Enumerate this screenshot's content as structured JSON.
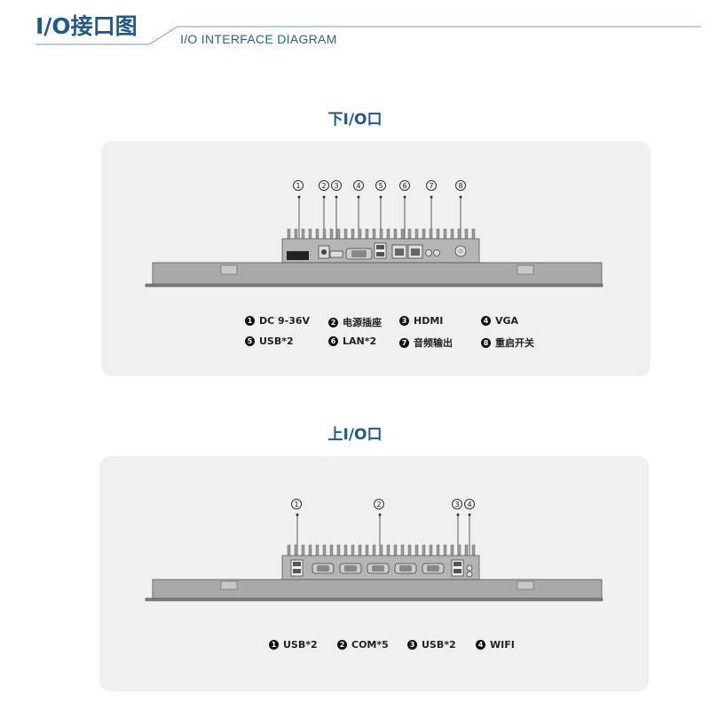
{
  "header": {
    "title": "I/O接口图",
    "subtitle": "I/O INTERFACE DIAGRAM"
  },
  "bottom_io": {
    "title": "下I/O口",
    "callouts": [
      "1",
      "2",
      "3",
      "4",
      "5",
      "6",
      "7",
      "8"
    ],
    "legend": [
      {
        "num": "1",
        "label": "DC 9-36V"
      },
      {
        "num": "2",
        "label": "电源插座"
      },
      {
        "num": "3",
        "label": "HDMI"
      },
      {
        "num": "4",
        "label": "VGA"
      },
      {
        "num": "5",
        "label": "USB*2"
      },
      {
        "num": "6",
        "label": "LAN*2"
      },
      {
        "num": "7",
        "label": "音频输出"
      },
      {
        "num": "8",
        "label": "重启开关"
      }
    ]
  },
  "top_io": {
    "title": "上I/O口",
    "callouts": [
      "1",
      "2",
      "3",
      "4"
    ],
    "legend": [
      {
        "num": "1",
        "label": "USB*2"
      },
      {
        "num": "2",
        "label": "COM*5"
      },
      {
        "num": "3",
        "label": "USB*2"
      },
      {
        "num": "4",
        "label": "WIFI"
      }
    ]
  },
  "colors": {
    "accent": "#1f5a8c",
    "panel_bg": "#f0f0f0",
    "device_body": "#a9a9a9"
  }
}
